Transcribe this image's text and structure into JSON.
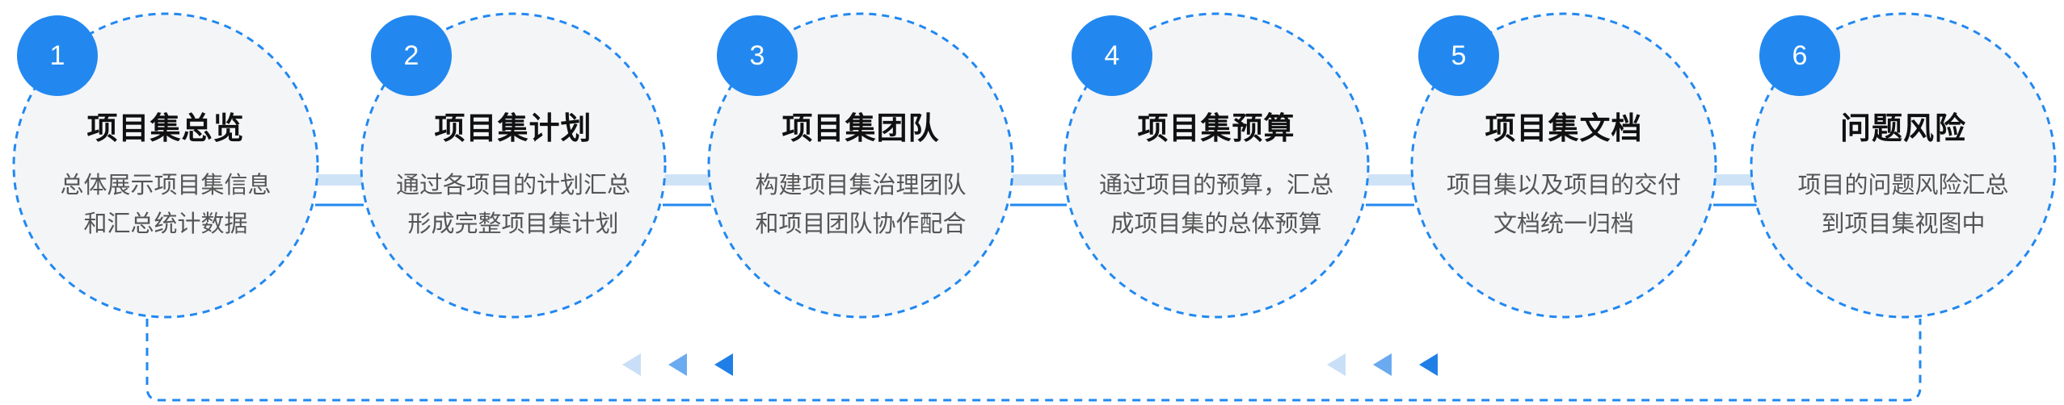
{
  "steps": [
    {
      "number": "1",
      "title": "项目集总览",
      "lines": [
        "总体展示项目集信息",
        "和汇总统计数据"
      ]
    },
    {
      "number": "2",
      "title": "项目集计划",
      "lines": [
        "通过各项目的计划汇总",
        "形成完整项目集计划"
      ]
    },
    {
      "number": "3",
      "title": "项目集团队",
      "lines": [
        "构建项目集治理团队",
        "和项目团队协作配合"
      ]
    },
    {
      "number": "4",
      "title": "项目集预算",
      "lines": [
        "通过项目的预算，汇总",
        "成项目集的总体预算"
      ]
    },
    {
      "number": "5",
      "title": "项目集文档",
      "lines": [
        "项目集以及项目的交付",
        "文档统一归档"
      ]
    },
    {
      "number": "6",
      "title": "问题风险",
      "lines": [
        "项目的问题风险汇总",
        "到项目集视图中"
      ]
    }
  ],
  "colors": {
    "accent": "#2288f0",
    "circle_fill": "#f4f5f7",
    "connector_light": "#cfe3f7",
    "arrow_dark": "#1f7fe6",
    "arrow_mid": "#6aaaf0",
    "arrow_light": "#c9dff7"
  }
}
